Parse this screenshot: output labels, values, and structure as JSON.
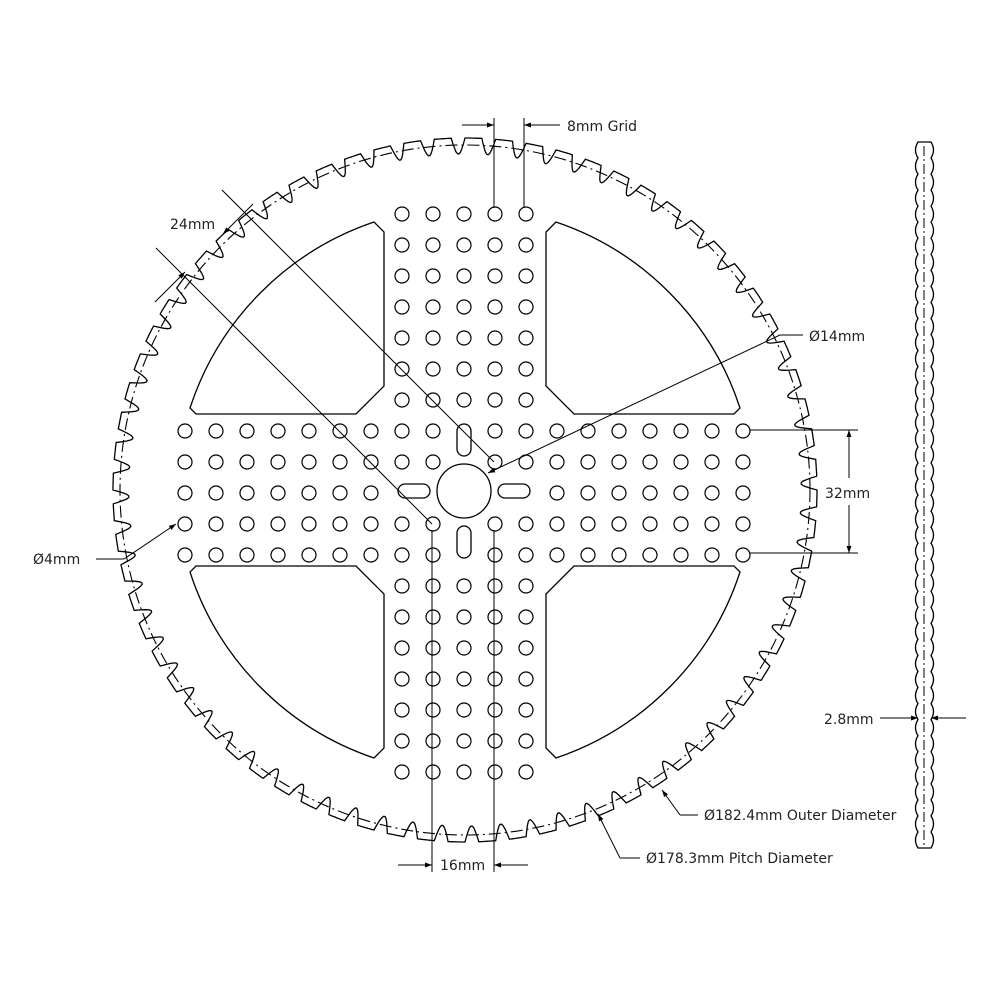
{
  "dimensions": {
    "grid": "8mm Grid",
    "diagonal": "24mm",
    "center_bore": "Ø14mm",
    "vertical_spacing": "32mm",
    "small_hole": "Ø4mm",
    "horizontal_spacing": "16mm",
    "thickness": "2.8mm",
    "outer_diameter": "Ø182.4mm Outer Diameter",
    "pitch_diameter": "Ø178.3mm Pitch Diameter"
  },
  "gear": {
    "tooth_count": 72,
    "stroke_color": "#000000"
  }
}
